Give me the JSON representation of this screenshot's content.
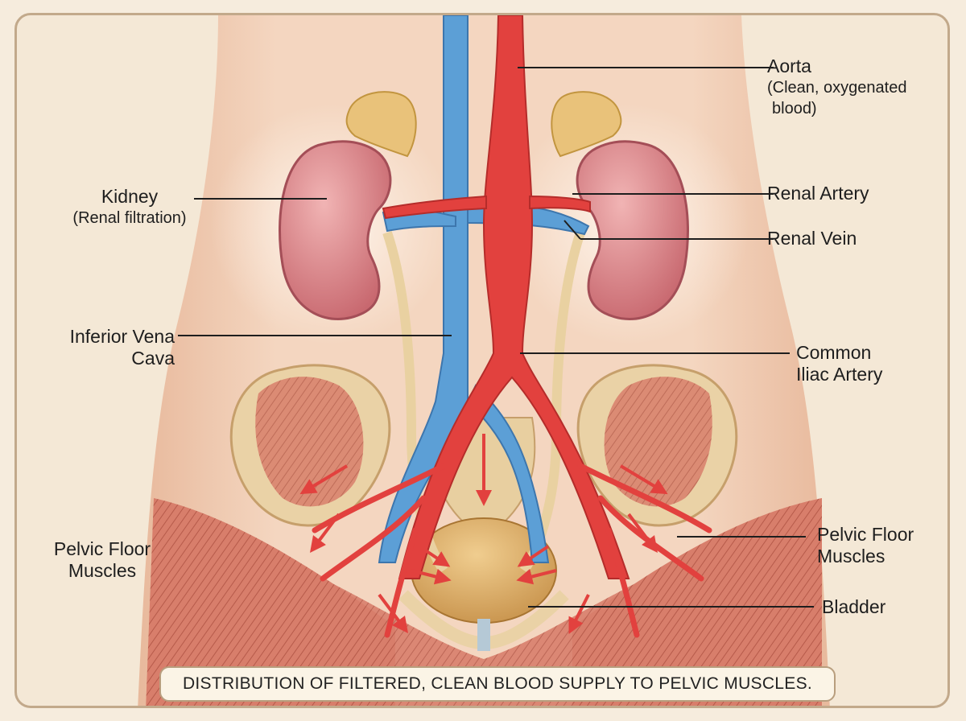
{
  "labels": {
    "aorta": {
      "title": "Aorta",
      "sub": "(Clean, oxygenated",
      "sub2": "blood)"
    },
    "kidney": {
      "title": "Kidney",
      "sub": "(Renal filtration)"
    },
    "renal_artery": "Renal Artery",
    "renal_vein": "Renal Vein",
    "ivc": {
      "line1": "Inferior Vena",
      "line2": "Cava"
    },
    "iliac": {
      "line1": "Common",
      "line2": "Iliac Artery"
    },
    "pelvic_left": {
      "line1": "Pelvic Floor",
      "line2": "Muscles"
    },
    "pelvic_right": {
      "line1": "Pelvic Floor",
      "line2": "Muscles"
    },
    "bladder": "Bladder"
  },
  "caption": "DISTRIBUTION OF FILTERED, CLEAN BLOOD SUPPLY TO PELVIC MUSCLES.",
  "colors": {
    "artery": "#e2413e",
    "vein": "#5c9fd6",
    "kidney": "#d98a8e",
    "muscle": "#d67a66",
    "bone": "#ead2a6",
    "bladder": "#dcae6b",
    "adrenal": "#e9c27a",
    "skin": "#f1ccb3"
  }
}
